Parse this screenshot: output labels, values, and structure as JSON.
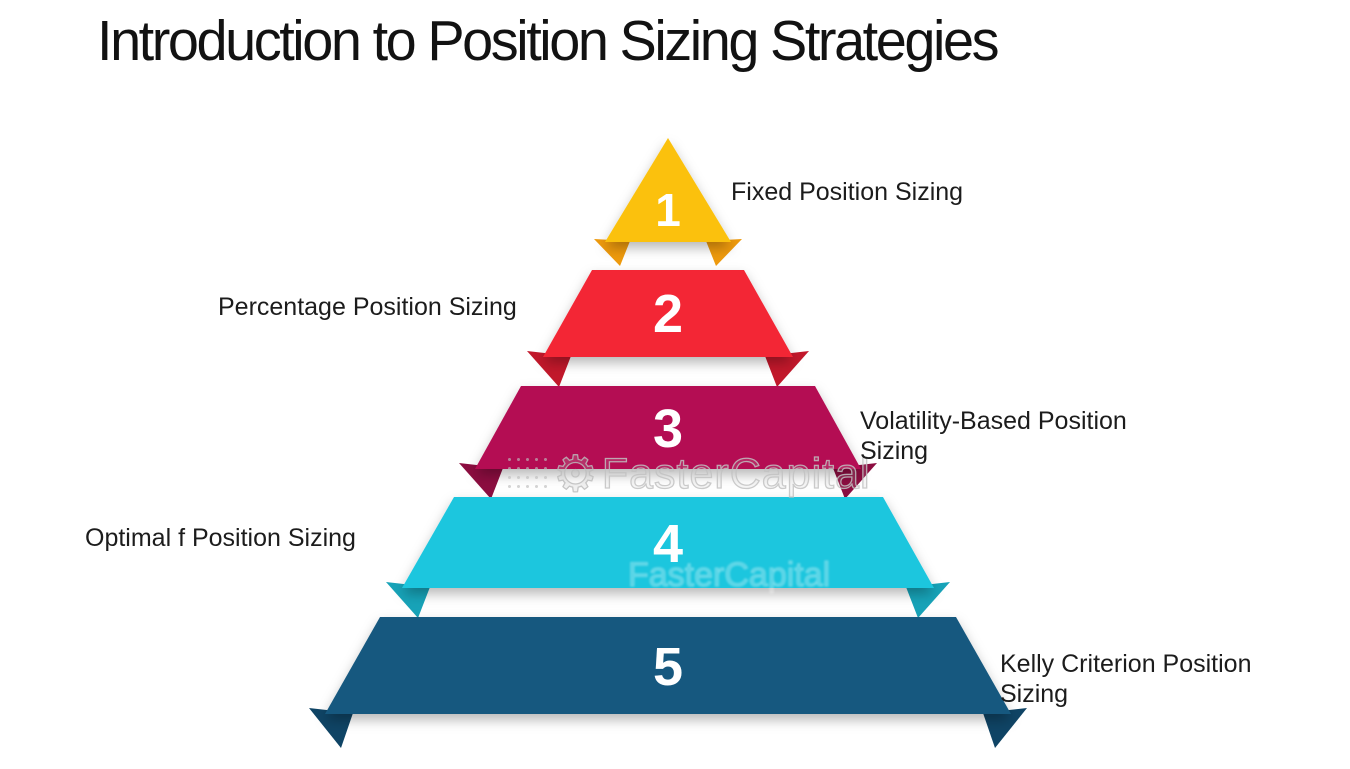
{
  "title": "Introduction to Position Sizing Strategies",
  "watermark": {
    "text": "FasterCapital",
    "icon": "gear-icon"
  },
  "pyramid": {
    "levels": [
      {
        "number": "1",
        "label": "Fixed Position Sizing",
        "side": "right",
        "color": "#FBC10D",
        "flap_color": "#EE9A0D"
      },
      {
        "number": "2",
        "label": "Percentage Position Sizing",
        "side": "left",
        "color": "#F32836",
        "flap_color": "#C2182B"
      },
      {
        "number": "3",
        "label": "Volatility-Based Position Sizing",
        "side": "right",
        "color": "#B41152",
        "flap_color": "#8C0D40"
      },
      {
        "number": "4",
        "label": "Optimal f Position Sizing",
        "side": "left",
        "color": "#1EC6DE",
        "flap_color": "#17A3B8"
      },
      {
        "number": "5",
        "label": "Kelly Criterion Position Sizing",
        "side": "right",
        "color": "#17597F",
        "flap_color": "#0F4465"
      }
    ]
  }
}
